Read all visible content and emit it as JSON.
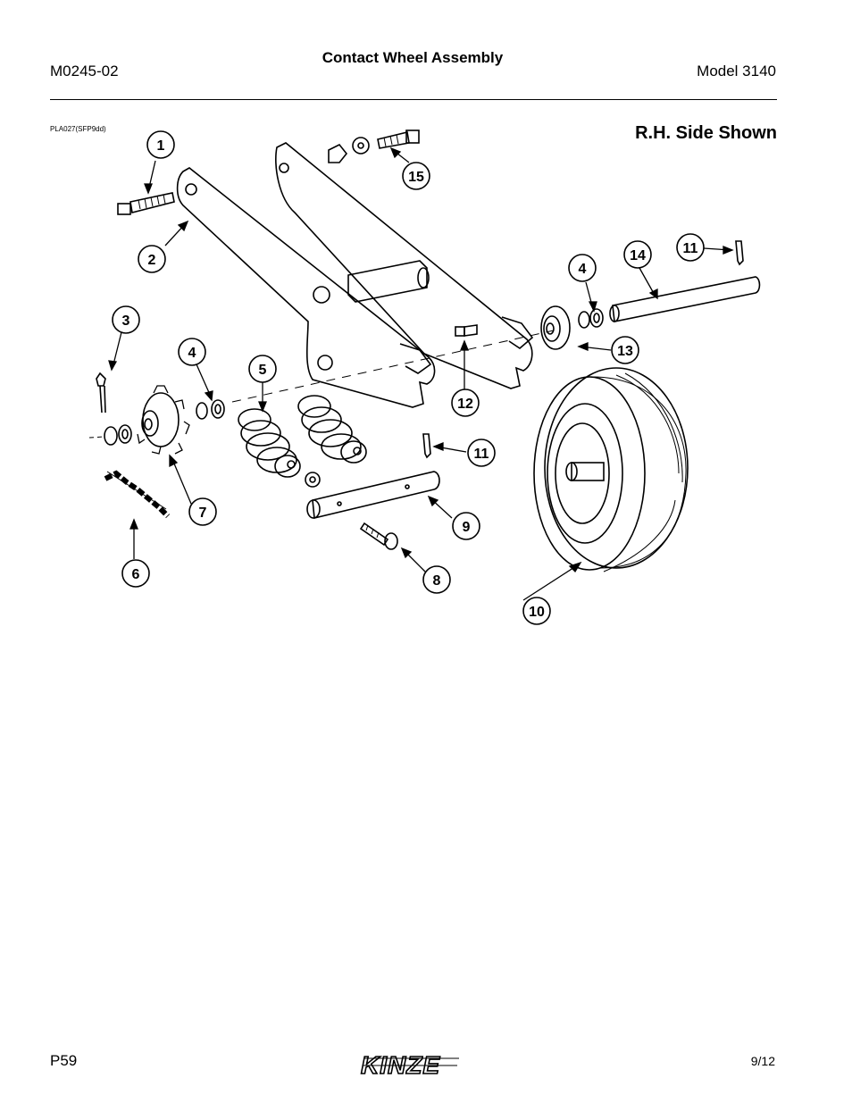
{
  "header": {
    "doc_number": "M0245-02",
    "title": "Contact Wheel Assembly",
    "model": "Model 3140"
  },
  "figure": {
    "id_label": "PLA027(SFP9dd)",
    "side_note": "R.H. Side Shown",
    "callouts": [
      "1",
      "2",
      "3",
      "4",
      "5",
      "6",
      "7",
      "8",
      "9",
      "10",
      "11",
      "12",
      "13",
      "14",
      "15",
      "4",
      "11"
    ]
  },
  "footer": {
    "page": "P59",
    "date": "9/12",
    "brand": "KINZE"
  }
}
